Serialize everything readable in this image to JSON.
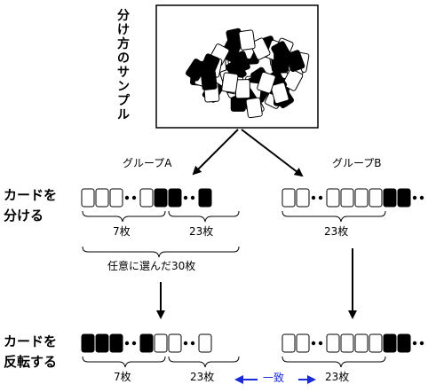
{
  "sample_box": {
    "title": "分け方のサンプル"
  },
  "group_a": {
    "label": "グループA"
  },
  "group_b": {
    "label": "グループB"
  },
  "step_split": {
    "line1": "カードを",
    "line2": "分ける"
  },
  "step_flip": {
    "line1": "カードを",
    "line2": "反転する"
  },
  "counts": {
    "a_white": "7枚",
    "a_black": "23枚",
    "b_total": "23枚",
    "chosen": "任意に選んだ30枚",
    "flip_a_black": "7枚",
    "flip_a_white": "23枚",
    "flip_b": "23枚"
  },
  "match_label": "一致",
  "colors": {
    "stroke": "#000000",
    "match_arrow": "#1a2bd6",
    "card_black": "#000000",
    "card_white": "#ffffff"
  }
}
